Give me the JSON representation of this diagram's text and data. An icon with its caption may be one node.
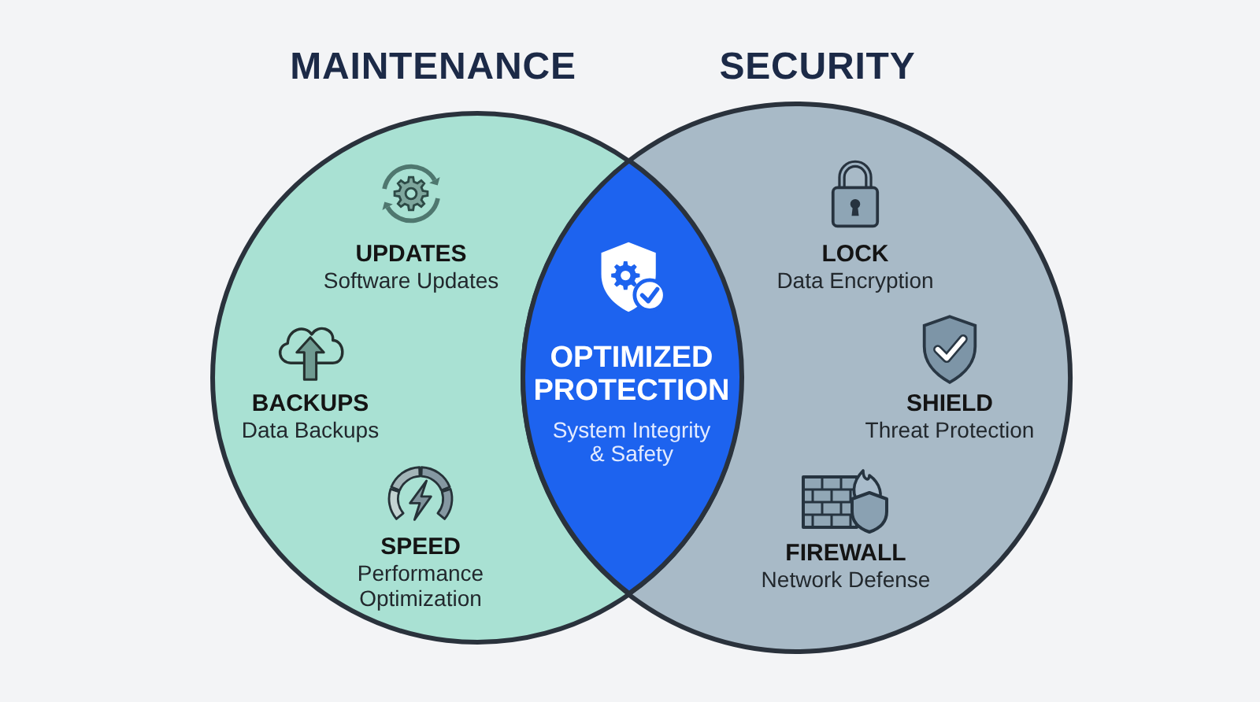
{
  "diagram": {
    "nodes": [
      {
        "text": [
          "MAINTENANCE"
        ]
      },
      {
        "text": [
          "SECURITY"
        ]
      },
      {
        "text": [
          "OPTIMIZED PROTECTION",
          "System Integrity & Safety"
        ]
      }
    ],
    "labels": [
      "UPDATES",
      "Software Updates",
      "LOCK",
      "Data Encryption",
      "BACKUPS",
      "Data Backups",
      "SHIELD",
      "Threat Protection",
      "SPEED",
      "Performance Optimization",
      "FIREWALL",
      "Network Defense"
    ]
  }
}
